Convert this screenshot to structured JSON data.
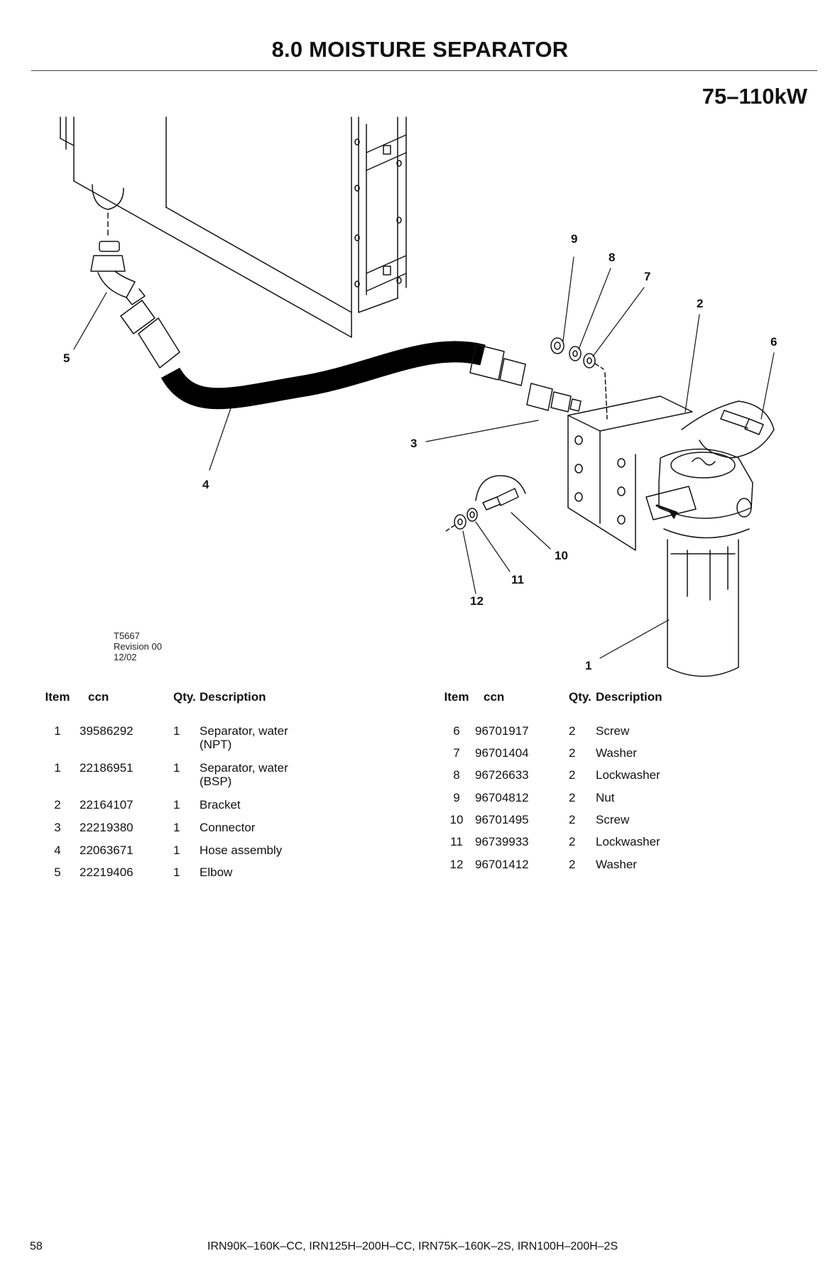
{
  "page": {
    "title": "8.0 MOISTURE SEPARATOR",
    "subtitle": "75–110kW"
  },
  "diagram": {
    "callouts": [
      "9",
      "8",
      "7",
      "2",
      "6",
      "5",
      "3",
      "4",
      "10",
      "11",
      "12",
      "1"
    ],
    "figure_id": "T5667",
    "revision": "Revision 00",
    "date": "12/02"
  },
  "parts_table": {
    "headers": {
      "item": "Item",
      "ccn": "ccn",
      "qty": "Qty.",
      "description": "Description"
    },
    "left": [
      {
        "item": "1",
        "ccn": "39586292",
        "qty": "1",
        "description": "Separator, water (NPT)"
      },
      {
        "item": "1",
        "ccn": "22186951",
        "qty": "1",
        "description": "Separator, water (BSP)"
      },
      {
        "item": "2",
        "ccn": "22164107",
        "qty": "1",
        "description": "Bracket"
      },
      {
        "item": "3",
        "ccn": "22219380",
        "qty": "1",
        "description": "Connector"
      },
      {
        "item": "4",
        "ccn": "22063671",
        "qty": "1",
        "description": "Hose assembly"
      },
      {
        "item": "5",
        "ccn": "22219406",
        "qty": "1",
        "description": "Elbow"
      }
    ],
    "right": [
      {
        "item": "6",
        "ccn": "96701917",
        "qty": "2",
        "description": "Screw"
      },
      {
        "item": "7",
        "ccn": "96701404",
        "qty": "2",
        "description": "Washer"
      },
      {
        "item": "8",
        "ccn": "96726633",
        "qty": "2",
        "description": "Lockwasher"
      },
      {
        "item": "9",
        "ccn": "96704812",
        "qty": "2",
        "description": "Nut"
      },
      {
        "item": "10",
        "ccn": "96701495",
        "qty": "2",
        "description": "Screw"
      },
      {
        "item": "11",
        "ccn": "96739933",
        "qty": "2",
        "description": "Lockwasher"
      },
      {
        "item": "12",
        "ccn": "96701412",
        "qty": "2",
        "description": "Washer"
      }
    ]
  },
  "footer": {
    "page_number": "58",
    "models": "IRN90K–160K–CC, IRN125H–200H–CC, IRN75K–160K–2S, IRN100H–200H–2S"
  }
}
